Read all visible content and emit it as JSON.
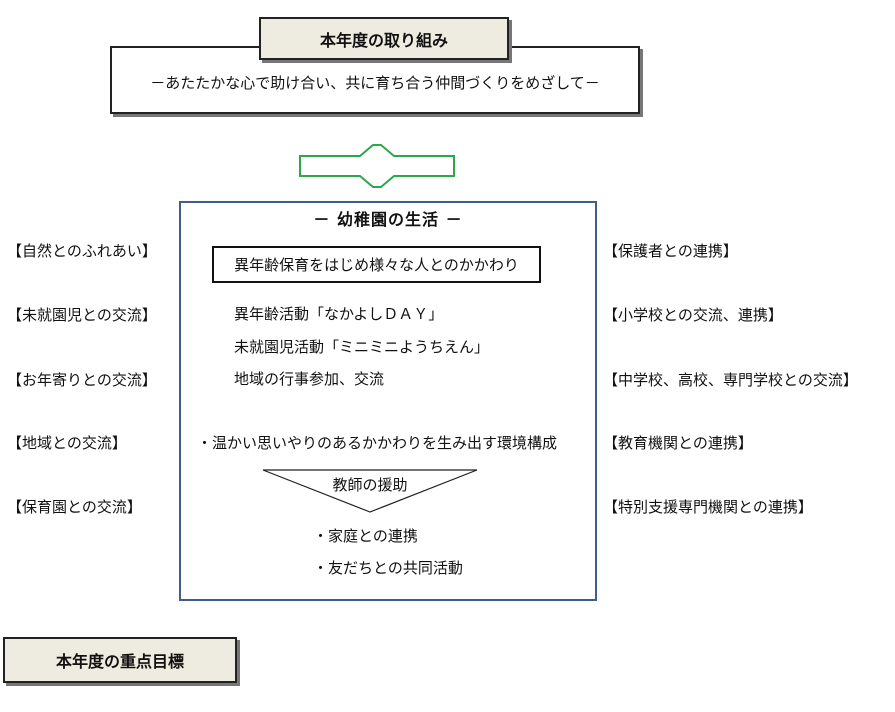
{
  "header": {
    "title": "本年度の取り組み",
    "motto": "－あたたかな心で助け合い、共に育ち合う仲間づくりをめざして－"
  },
  "main": {
    "title": "－ 幼稚園の生活 －",
    "inner_box": "異年齢保育をはじめ様々な人とのかかわり",
    "activities": [
      "異年齢活動「なかよしＤＡＹ」",
      "未就園児活動「ミニミニようちえん」",
      "地域の行事参加、交流"
    ],
    "environment": "・温かい思いやりのあるかかわりを生み出す環境構成",
    "teacher_support": "教師の援助",
    "support_items": [
      "・家庭との連携",
      "・友だちとの共同活動"
    ]
  },
  "left_items": [
    "【自然とのふれあい】",
    "【未就園児との交流】",
    "【お年寄りとの交流】",
    "【地域との交流】",
    "【保育園との交流】"
  ],
  "right_items": [
    "【保護者との連携】",
    "【小学校との交流、連携】",
    "【中学校、高校、専門学校との交流】",
    "【教育機関との連携】",
    "【特別支援専門機関との連携】"
  ],
  "footer": {
    "goal_title": "本年度の重点目標"
  },
  "colors": {
    "box_fill": "#eeece1",
    "arrow": "#2aa84a",
    "main_border": "#3f5f8a"
  }
}
